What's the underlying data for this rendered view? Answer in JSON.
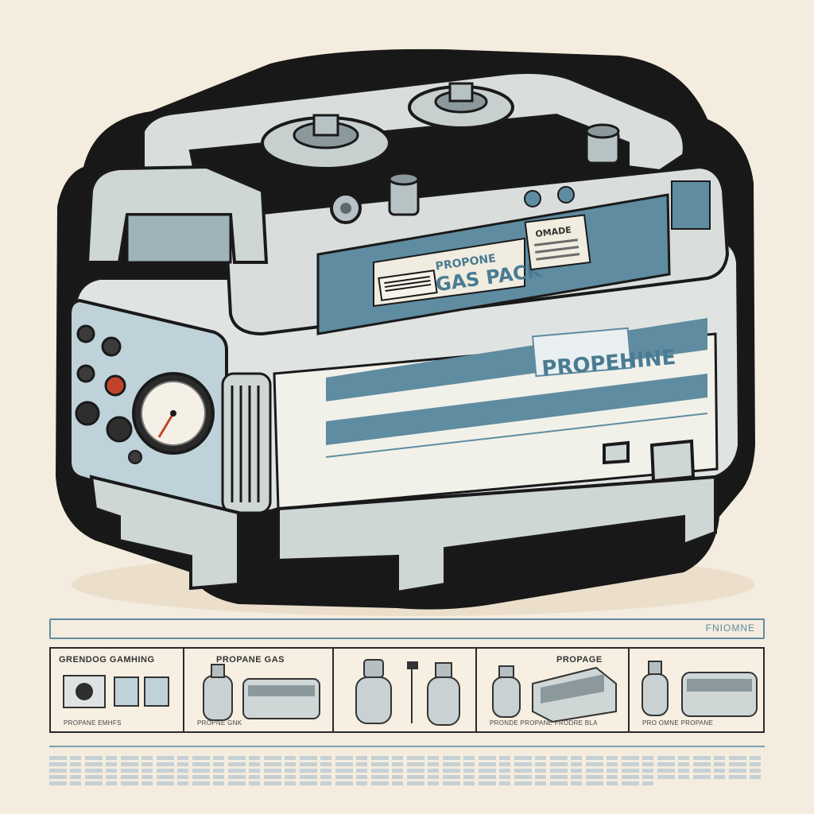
{
  "labels": {
    "gas_pack": "GAS PACK",
    "gas_pack_top": "PROPONE",
    "propane": "PROPEHINE",
    "side_label": "OMADE",
    "header_label": "FNIOMNE"
  },
  "panels": [
    {
      "title": "GRENDOG GAMHING",
      "caption": "PROPANE EMHFS"
    },
    {
      "title": "PROPANE GAS",
      "caption": "PROPNE GNK"
    },
    {
      "title": "",
      "caption": ""
    },
    {
      "title": "PROPAGE",
      "caption": "PRONDE PROPANE FRODRE BLA"
    },
    {
      "title": "",
      "caption": "PRO OMNE PROPANE"
    }
  ],
  "colors": {
    "background": "#f4ecde",
    "body": "#dfe4e3",
    "stripe": "#5f8ca0",
    "outline": "#1a1a1a",
    "knob_red": "#c0442a"
  },
  "icons": [
    "pressure-gauge-icon",
    "propane-tank-icon",
    "generator-icon",
    "control-knob-icon"
  ]
}
